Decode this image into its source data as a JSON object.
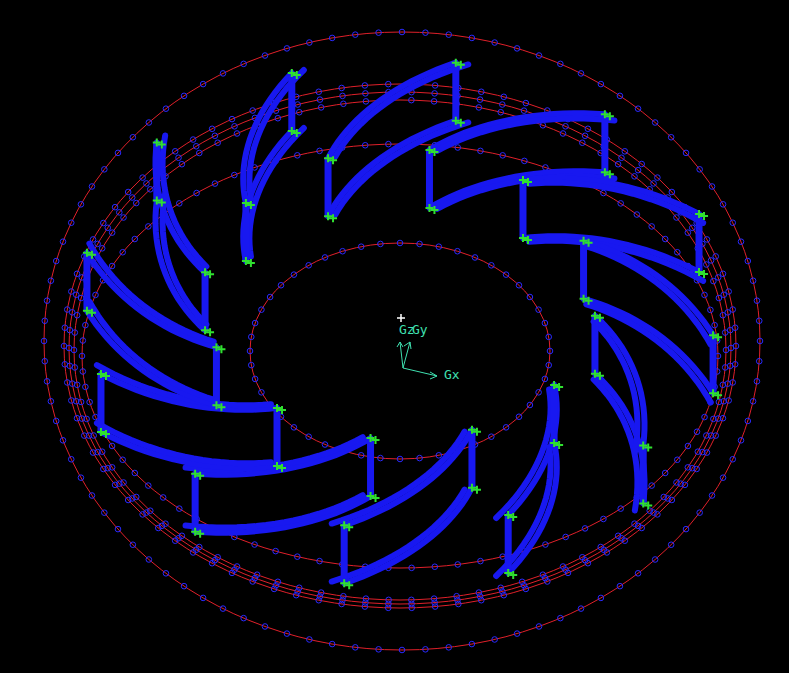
{
  "diagram": {
    "labels": [
      "Gz",
      "Gy",
      "Gx"
    ]
  }
}
